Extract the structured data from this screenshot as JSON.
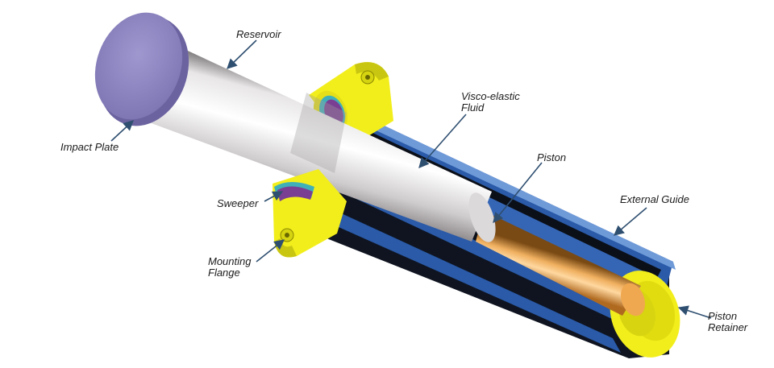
{
  "labels": {
    "reservoir": "Reservoir",
    "visco_line1": "Visco-elastic",
    "visco_line2": "Fluid",
    "impact_plate": "Impact Plate",
    "piston": "Piston",
    "external_guide": "External Guide",
    "sweeper": "Sweeper",
    "mounting_line1": "Mounting",
    "mounting_line2": "Flange",
    "retainer_line1": "Piston",
    "retainer_line2": "Retainer"
  },
  "colors": {
    "guide_blue": "#2a5aa8",
    "flange_yellow": "#f2ee1c",
    "plate_purple": "#8d86bf",
    "piston_orange": "#e8a04a",
    "sweeper_purple": "#7a3f93",
    "sweeper_teal": "#3fb0b8",
    "reservoir_grey": "#c9c6c8",
    "leader_blue": "#2f4f70"
  }
}
